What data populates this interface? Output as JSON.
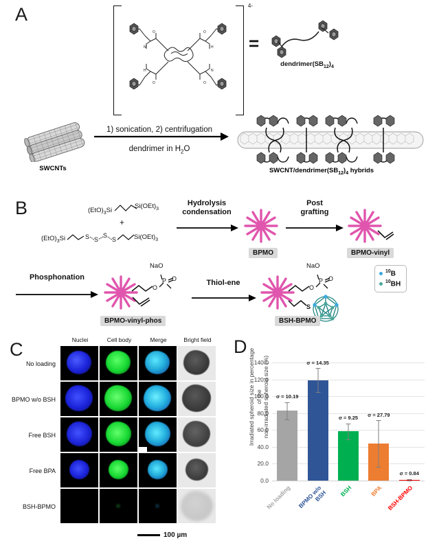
{
  "figure": {
    "panels": [
      "A",
      "B",
      "C",
      "D"
    ]
  },
  "panel_a": {
    "letter": "A",
    "charge": "4-",
    "equals": "=",
    "dendrimer_caption": "dendrimer(SB12)4",
    "swcnt_label": "SWCNTs",
    "reaction_top": "1) sonication, 2) centrifugation",
    "reaction_bottom": "dendrimer in H2O",
    "hybrid_label": "SWCNT/dendrimer(SB12)4 hybrids"
  },
  "panel_b": {
    "letter": "B",
    "reagent_1": "(EtO)3Si",
    "reagent_1b": "Si(OEt)3",
    "plus": "+",
    "reagent_2": "(EtO)3Si",
    "reagent_2b": "Si(OEt)3",
    "sulfur_chain": [
      "S",
      "S",
      "S",
      "S"
    ],
    "step_1": "Hydrolysis condensation",
    "step_1_line1": "Hydrolysis",
    "step_1_line2": "condensation",
    "step_2_line1": "Post",
    "step_2_line2": "grafting",
    "step_3": "Phosphonation",
    "step_4": "Thiol-ene",
    "tag_bpmo": "BPMO",
    "tag_bpmo_vinyl": "BPMO-vinyl",
    "tag_bpmo_vinyl_phos": "BPMO-vinyl-phos",
    "tag_bsh_bpmo": "BSH-BPMO",
    "phos_nao": "NaO",
    "phos_p": "P",
    "phos_o_double": "O",
    "phos_o_single": "O",
    "thiol_s": "S",
    "legend": [
      {
        "label": "10B",
        "isotope": "10",
        "element": "B",
        "color": "#3ba9e0"
      },
      {
        "label": "10BH",
        "isotope": "10",
        "element": "BH",
        "color": "#4aa89a"
      }
    ],
    "colors": {
      "bpmo_pink": "#e055ad",
      "cluster_teal": "#1b8f8a"
    }
  },
  "panel_c": {
    "letter": "C",
    "column_headers": [
      "Nuclei",
      "Cell body",
      "Merge",
      "Bright field"
    ],
    "row_labels": [
      "No loading",
      "BPMO w/o BSH",
      "Free BSH",
      "Free BPA",
      "BSH-BPMO"
    ],
    "scale_bar_text": "100 µm",
    "colors": {
      "nuclei": "#2030f0",
      "cellbody": "#18e035",
      "merge_cyan": "#35c8e8"
    }
  },
  "panel_d": {
    "letter": "D",
    "colors": {
      "no_loading": "#a5a5a5",
      "bpmo_wo_bsh": "#2f5597",
      "bsh": "#00b050",
      "bpa": "#ed7d31",
      "bsh_bpmo": "#ff0000"
    },
    "chart_data": {
      "type": "bar",
      "title": "",
      "ylabel": "Irradiated spheroid size in percentage of the non-irradiated spheroid size (%)",
      "ylabel_line1": "Irradiated spheroid size in percentage of the",
      "ylabel_line2": "non-irradiated spheroid size (%)",
      "xlabel": "",
      "ylim": [
        0,
        140
      ],
      "ytick_values": [
        0,
        20,
        40,
        60,
        80,
        100,
        120,
        140
      ],
      "ytick_labels": [
        "0.0",
        "20.0",
        "40.0",
        "60.0",
        "80.0",
        "100.0",
        "120.0",
        "140.0"
      ],
      "grid": true,
      "legend_position": "none",
      "categories": [
        "No loading",
        "BPMO w/o BSH",
        "BSH",
        "BPA",
        "BSH-BPMO"
      ],
      "category_label_lines": [
        [
          "No loading"
        ],
        [
          "BPMO w/o",
          "BSH"
        ],
        [
          "BSH"
        ],
        [
          "BPA"
        ],
        [
          "BSH-BPMO"
        ]
      ],
      "values": [
        83.0,
        119.0,
        58.5,
        44.0,
        1.0
      ],
      "errors": [
        10.19,
        14.35,
        9.25,
        27.79,
        0.84
      ],
      "annotations": [
        "σ = 10.19",
        "σ = 14.35",
        "σ = 9.25",
        "σ = 27.79",
        "σ = 0.84"
      ],
      "bar_colors": [
        "#a5a5a5",
        "#2f5597",
        "#00b050",
        "#ed7d31",
        "#ff0000"
      ]
    }
  }
}
